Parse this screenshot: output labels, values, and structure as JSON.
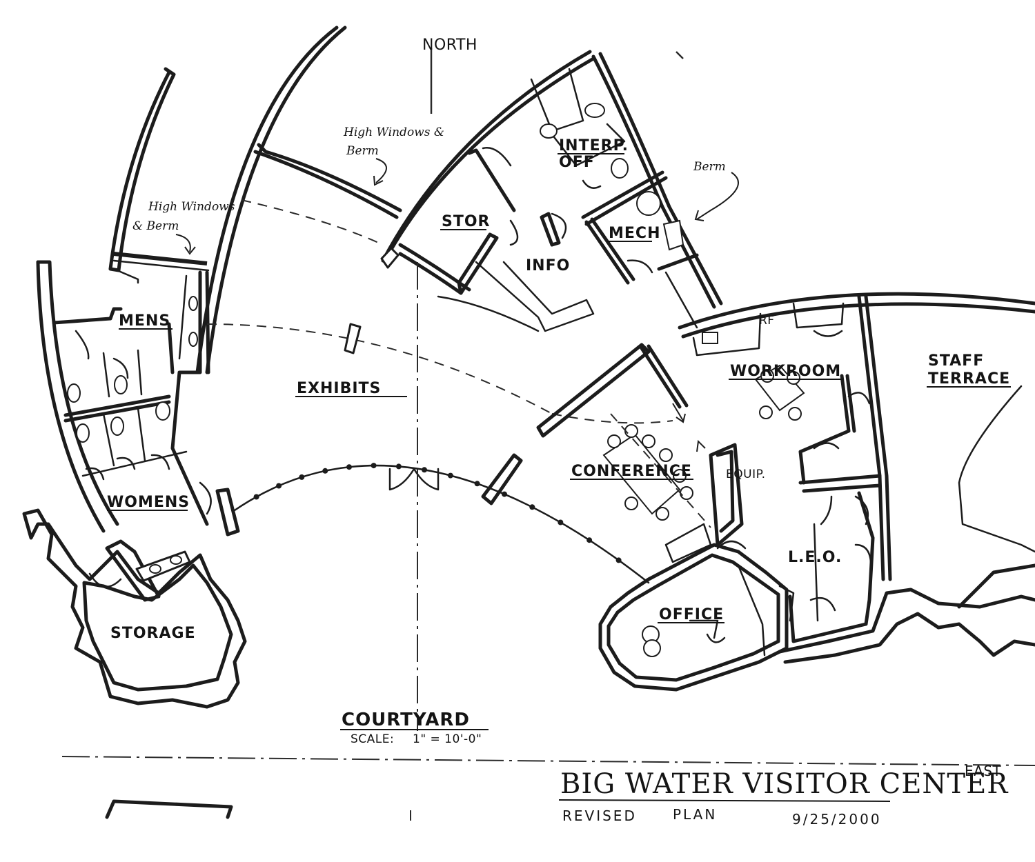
{
  "title": {
    "line1": "BIG WATER VISITOR CENTER",
    "revised": "REVISED",
    "plan": "PLAN",
    "date": "9/25/2000"
  },
  "compass": {
    "north": "NORTH",
    "east": "EAST"
  },
  "scale": {
    "label": "SCALE:",
    "value": "1\" = 10'-0\""
  },
  "rooms": {
    "exhibits": "EXHIBITS",
    "mens": "MENS",
    "womens": "WOMENS",
    "storage": "STORAGE",
    "courtyard": "COURTYARD",
    "stor": "STOR",
    "info": "INFO",
    "interp_off_1": "INTERP.",
    "interp_off_2": "OFF",
    "mech": "MECH",
    "workroom": "WORKROOM",
    "staff_terrace_1": "STAFF",
    "staff_terrace_2": "TERRACE",
    "conference": "CONFERENCE",
    "equip": "EQUIP.",
    "leo": "L.E.O.",
    "office": "OFFICE",
    "rf": "RF"
  },
  "notes": {
    "high_windows_left_1": "High Windows",
    "high_windows_left_2": "& Berm",
    "high_windows_center_1": "High Windows &",
    "high_windows_center_2": "Berm",
    "berm_right": "Berm"
  }
}
